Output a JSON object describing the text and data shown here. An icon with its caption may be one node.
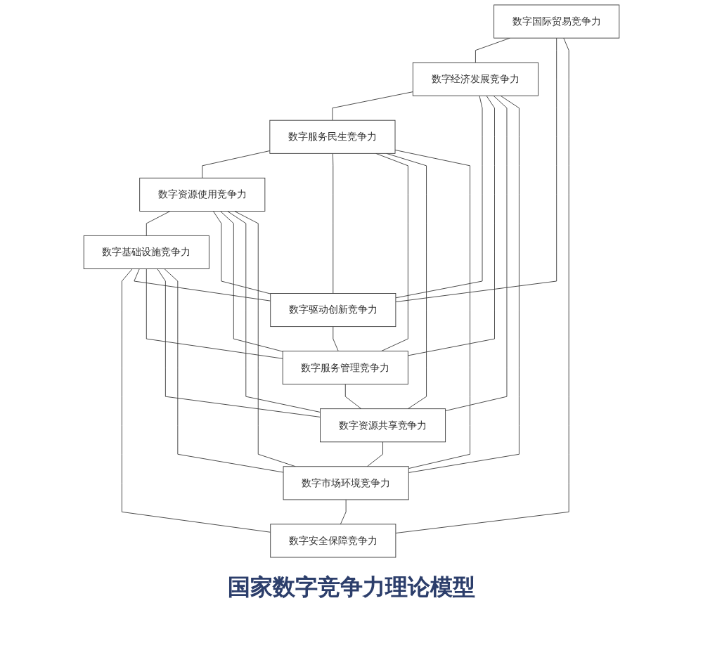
{
  "diagram": {
    "caption": "国家数字竞争力理论模型",
    "nodes": [
      {
        "text": [
          "数字国际贸易竞争力"
        ]
      },
      {
        "text": [
          "数字经济发展竞争力"
        ]
      },
      {
        "text": [
          "数字驱动创新竞争力"
        ]
      },
      {
        "text": [
          "数字服务民生竞争力"
        ]
      },
      {
        "text": [
          "数字服务管理竞争力"
        ]
      },
      {
        "text": [
          "数字资源使用竞争力"
        ]
      },
      {
        "text": [
          "数字资源共享竞争力"
        ]
      },
      {
        "text": [
          "数字基础设施竞争力"
        ]
      },
      {
        "text": [
          "数字市场环境竞争力"
        ]
      },
      {
        "text": [
          "数字安全保障竞争力"
        ]
      }
    ],
    "edges": [
      {
        "from": 0,
        "to": 1,
        "arrow": "none"
      },
      {
        "from": 0,
        "to": 2,
        "arrow": "none"
      },
      {
        "from": 0,
        "to": 9,
        "arrow": "none"
      },
      {
        "from": 1,
        "to": 3,
        "arrow": "none"
      },
      {
        "from": 2,
        "to": 4,
        "arrow": "none"
      },
      {
        "from": 3,
        "to": 5,
        "arrow": "none"
      },
      {
        "from": 4,
        "to": 6,
        "arrow": "none"
      },
      {
        "from": 5,
        "to": 7,
        "arrow": "none"
      },
      {
        "from": 6,
        "to": 8,
        "arrow": "none"
      },
      {
        "from": 7,
        "to": 9,
        "arrow": "none"
      },
      {
        "from": 8,
        "to": 9,
        "arrow": "none"
      },
      {
        "from": 1,
        "to": 2,
        "arrow": "none"
      },
      {
        "from": 1,
        "to": 4,
        "arrow": "none"
      },
      {
        "from": 1,
        "to": 6,
        "arrow": "none"
      },
      {
        "from": 1,
        "to": 8,
        "arrow": "none"
      },
      {
        "from": 3,
        "to": 2,
        "arrow": "none"
      },
      {
        "from": 3,
        "to": 4,
        "arrow": "none"
      },
      {
        "from": 3,
        "to": 6,
        "arrow": "none"
      },
      {
        "from": 3,
        "to": 8,
        "arrow": "none"
      },
      {
        "from": 5,
        "to": 2,
        "arrow": "none"
      },
      {
        "from": 5,
        "to": 4,
        "arrow": "none"
      },
      {
        "from": 5,
        "to": 6,
        "arrow": "none"
      },
      {
        "from": 5,
        "to": 8,
        "arrow": "none"
      },
      {
        "from": 7,
        "to": 2,
        "arrow": "none"
      },
      {
        "from": 7,
        "to": 4,
        "arrow": "none"
      },
      {
        "from": 7,
        "to": 6,
        "arrow": "none"
      },
      {
        "from": 7,
        "to": 8,
        "arrow": "none"
      }
    ]
  }
}
